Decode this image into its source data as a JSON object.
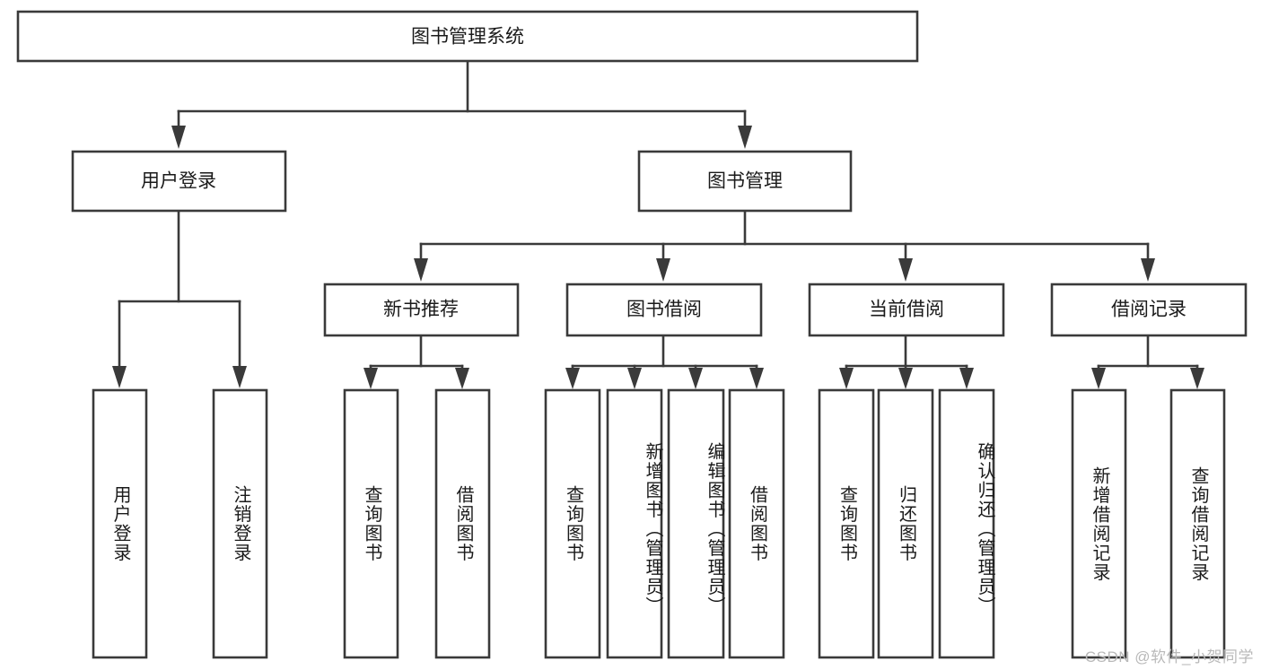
{
  "diagram": {
    "type": "tree",
    "title_node": "图书管理系统",
    "root": {
      "id": "root",
      "label": "图书管理系统",
      "orientation": "horizontal"
    },
    "level2": [
      {
        "id": "user-login",
        "label": "用户登录",
        "orientation": "horizontal"
      },
      {
        "id": "book-management",
        "label": "图书管理",
        "orientation": "horizontal"
      }
    ],
    "level3": [
      {
        "id": "new-book-recommend",
        "label": "新书推荐",
        "orientation": "horizontal",
        "parent": "book-management"
      },
      {
        "id": "book-borrow",
        "label": "图书借阅",
        "orientation": "horizontal",
        "parent": "book-management"
      },
      {
        "id": "current-borrow",
        "label": "当前借阅",
        "orientation": "horizontal",
        "parent": "book-management"
      },
      {
        "id": "borrow-record",
        "label": "借阅记录",
        "orientation": "horizontal",
        "parent": "book-management"
      }
    ],
    "leaves": [
      {
        "id": "leaf-user-login",
        "label": "用户登录",
        "orientation": "vertical",
        "parent": "user-login"
      },
      {
        "id": "leaf-logout-login",
        "label": "注销登录",
        "orientation": "vertical",
        "parent": "user-login"
      },
      {
        "id": "leaf-query-book-1",
        "label": "查询图书",
        "orientation": "vertical",
        "parent": "new-book-recommend"
      },
      {
        "id": "leaf-borrow-book-1",
        "label": "借阅图书",
        "orientation": "vertical",
        "parent": "new-book-recommend"
      },
      {
        "id": "leaf-query-book-2",
        "label": "查询图书",
        "orientation": "vertical",
        "parent": "book-borrow"
      },
      {
        "id": "leaf-add-book-admin",
        "label": "新增图书（管理员）",
        "orientation": "vertical",
        "parent": "book-borrow"
      },
      {
        "id": "leaf-edit-book-admin",
        "label": "编辑图书（管理员）",
        "orientation": "vertical",
        "parent": "book-borrow"
      },
      {
        "id": "leaf-borrow-book-2",
        "label": "借阅图书",
        "orientation": "vertical",
        "parent": "book-borrow"
      },
      {
        "id": "leaf-query-book-3",
        "label": "查询图书",
        "orientation": "vertical",
        "parent": "current-borrow"
      },
      {
        "id": "leaf-return-book",
        "label": "归还图书",
        "orientation": "vertical",
        "parent": "current-borrow"
      },
      {
        "id": "leaf-confirm-return-admin",
        "label": "确认归还（管理员）",
        "orientation": "vertical",
        "parent": "current-borrow"
      },
      {
        "id": "leaf-add-borrow-record",
        "label": "新增借阅记录",
        "orientation": "vertical",
        "parent": "borrow-record"
      },
      {
        "id": "leaf-query-borrow-record",
        "label": "查询借阅记录",
        "orientation": "vertical",
        "parent": "borrow-record"
      }
    ]
  },
  "watermark": {
    "text": "CSDN @软件_小贺同学"
  },
  "colors": {
    "stroke": "#3a3a3a",
    "box_fill": "#ffffff",
    "text": "#1a1a1a",
    "background": "#ffffff",
    "watermark": "#b9b9b9"
  }
}
